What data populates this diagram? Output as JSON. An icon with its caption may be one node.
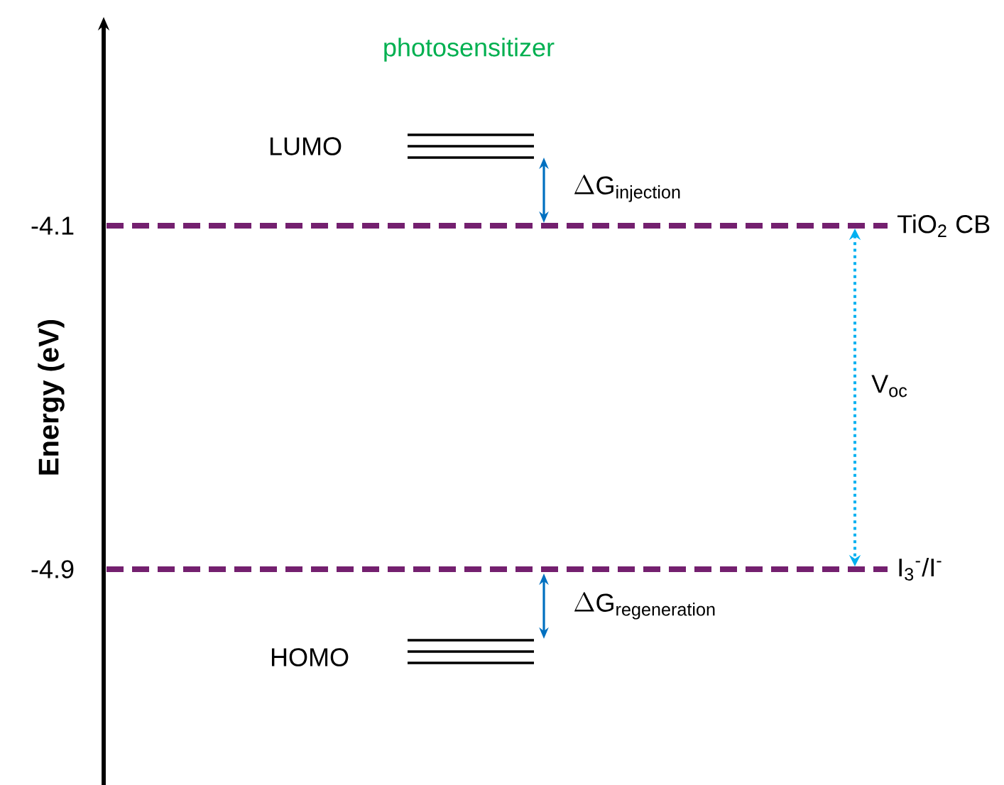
{
  "diagram": {
    "labels": [
      "photosensitizer",
      "LUMO",
      "\\Delta\\mathrm{G}_{\\mathrm{injection}}",
      "-4.1",
      "TiO$_{2}$ CB",
      "Energy (eV)",
      "V$_{oc}$",
      "-4.9",
      "I$_{3}$$^{-}$/I$^{-}$",
      "\\Delta\\mathrm{G}_{\\mathrm{regeneration}}",
      "HOMO"
    ]
  }
}
